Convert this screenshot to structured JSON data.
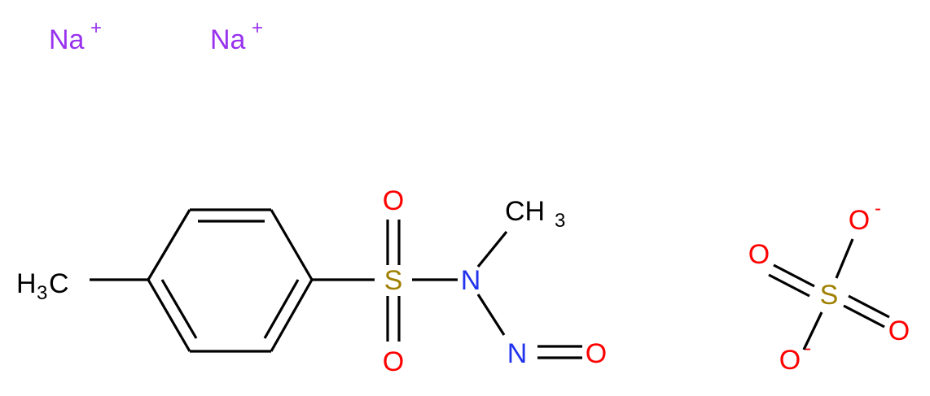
{
  "colors": {
    "carbon": "#000000",
    "sodium": "#9933ee",
    "sulfur": "#a08000",
    "oxygen": "#ff0000",
    "nitrogen": "#2233ee"
  },
  "ions": [
    {
      "symbol": "Na",
      "charge": "+"
    },
    {
      "symbol": "Na",
      "charge": "+"
    }
  ],
  "molecule": {
    "methyl_left": {
      "main": "H",
      "sub": "3",
      "tail": "C"
    },
    "sulfonyl_s": "S",
    "sulfonyl_o_top": "O",
    "sulfonyl_o_bottom": "O",
    "amine_n": "N",
    "methyl_right": {
      "main": "CH",
      "sub": "3"
    },
    "nitroso_n": "N",
    "nitroso_o": "O"
  },
  "sulfate": {
    "s": "S",
    "o_top": {
      "symbol": "O",
      "charge": "-"
    },
    "o_left": "O",
    "o_right": "O",
    "o_bottom": {
      "symbol": "O",
      "charge": "-"
    }
  }
}
